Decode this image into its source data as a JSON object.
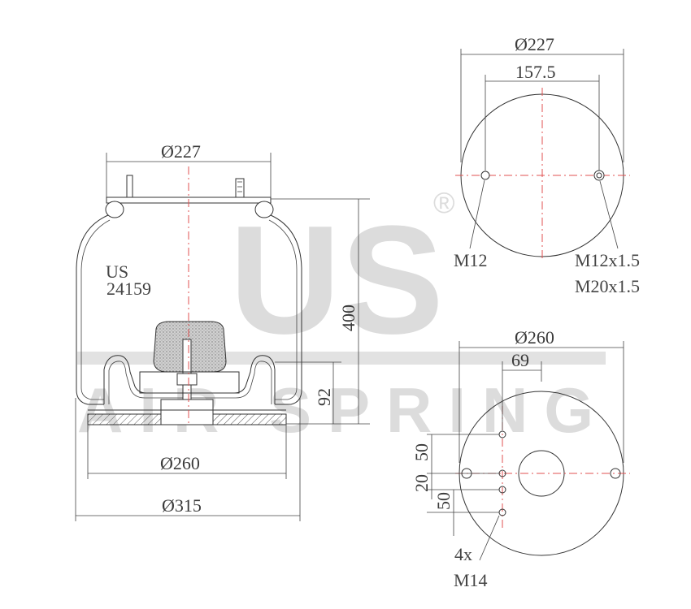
{
  "watermark": {
    "brand": "US",
    "registered": "®",
    "tagline": "AIR SPRING"
  },
  "side_view": {
    "logo_text": "US",
    "part_number": "24159",
    "dim_top_diameter": "Ø227",
    "dim_height": "400",
    "dim_piston_height": "92",
    "dim_piston_diameter": "Ø260",
    "dim_overall_diameter": "Ø315"
  },
  "top_plate": {
    "dim_diameter": "Ø227",
    "dim_bolt_spacing": "157.5",
    "label_left_stud": "M12",
    "label_right_stud_1": "M12x1.5",
    "label_right_stud_2": "M20x1.5"
  },
  "bottom_plate": {
    "dim_diameter": "Ø260",
    "dim_offset": "69",
    "dim_50_upper": "50",
    "dim_20": "20",
    "dim_50_lower": "50",
    "label_count": "4x",
    "label_thread": "M14"
  },
  "colors": {
    "line": "#333333",
    "centerline": "#e05050",
    "watermark": "#dcdcdc"
  }
}
